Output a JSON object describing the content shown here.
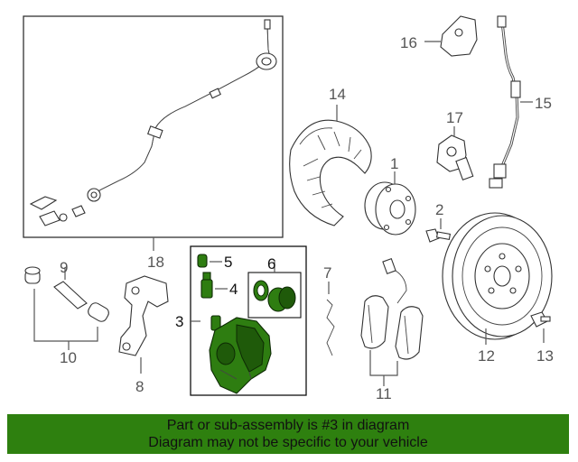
{
  "callouts": {
    "c1": "1",
    "c2": "2",
    "c3": "3",
    "c4": "4",
    "c5": "5",
    "c6": "6",
    "c7": "7",
    "c8": "8",
    "c9": "9",
    "c10": "10",
    "c11": "11",
    "c12": "12",
    "c13": "13",
    "c14": "14",
    "c15": "15",
    "c16": "16",
    "c17": "17",
    "c18": "18"
  },
  "highlight_color": "#2e800f",
  "banner": {
    "line1": "Part or sub-assembly is #3 in diagram",
    "line2": "Diagram may not be specific to your vehicle"
  }
}
